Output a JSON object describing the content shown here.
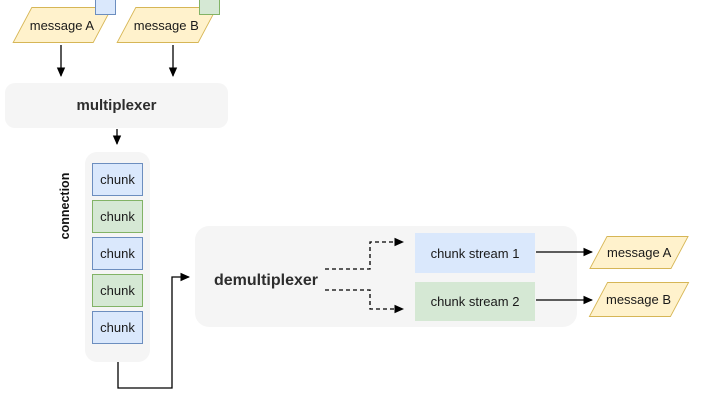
{
  "palette": {
    "blue_fill": "#dae8fc",
    "blue_stroke": "#6c8ebf",
    "green_fill": "#d5e8d4",
    "green_stroke": "#82b366",
    "yellow_fill": "#fff2cc",
    "yellow_stroke": "#d6b656",
    "container_fill": "#f5f5f5",
    "connector_color": "#000000"
  },
  "diagram": {
    "source_messages": [
      {
        "label": "message A",
        "tag_color": "blue"
      },
      {
        "label": "message B",
        "tag_color": "green"
      }
    ],
    "multiplexer": {
      "label": "multiplexer"
    },
    "connection": {
      "label": "connection",
      "chunks": [
        {
          "label": "chunk",
          "color": "blue"
        },
        {
          "label": "chunk",
          "color": "green"
        },
        {
          "label": "chunk",
          "color": "blue"
        },
        {
          "label": "chunk",
          "color": "green"
        },
        {
          "label": "chunk",
          "color": "blue"
        }
      ]
    },
    "demultiplexer": {
      "label": "demultiplexer"
    },
    "streams": [
      {
        "label": "chunk stream 1",
        "color": "blue"
      },
      {
        "label": "chunk stream 2",
        "color": "green"
      }
    ],
    "output_messages": [
      {
        "label": "message A"
      },
      {
        "label": "message B"
      }
    ]
  }
}
